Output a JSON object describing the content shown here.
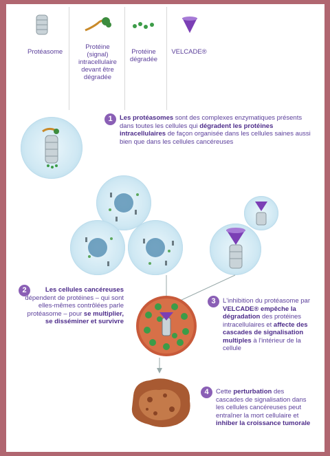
{
  "legend": [
    {
      "name": "proteasome",
      "label": "Protéasome"
    },
    {
      "name": "signal-protein",
      "label": "Protéine\n(signal)\nintracellulaire\ndevant être\ndégradée"
    },
    {
      "name": "degraded-protein",
      "label": "Protéine\ndégradée"
    },
    {
      "name": "velcade",
      "label": "VELCADE®"
    }
  ],
  "steps": [
    {
      "number": "1",
      "parts": [
        {
          "b": "Les protéasomes"
        },
        {
          "t": " sont des complexes enzymatiques présents dans toutes les cellules qui "
        },
        {
          "b": "dégradent les protéines intracellulaires"
        },
        {
          "t": " de façon organisée dans les cellules saines aussi bien que dans les cellules cancéreuses"
        }
      ]
    },
    {
      "number": "2",
      "parts": [
        {
          "b": "Les cellules cancéreuses"
        },
        {
          "t": " dépendent de protéines – qui sont elles-mêmes contrôlées parle protéasome – pour "
        },
        {
          "b": "se multiplier, se disséminer et survivre"
        }
      ]
    },
    {
      "number": "3",
      "parts": [
        {
          "t": "L'inhibition du protéasome par "
        },
        {
          "b": "VELCADE® empêche la dégradation"
        },
        {
          "t": " des protéines intracellulaires et "
        },
        {
          "b": "affecte des cascades de signalisation multiples"
        },
        {
          "t": " à l'intérieur de la cellule"
        }
      ]
    },
    {
      "number": "4",
      "parts": [
        {
          "t": "Cette "
        },
        {
          "b": "perturbation"
        },
        {
          "t": " des cascades de signalisation dans les cellules cancéreuses peut entraîner la mort cellulaire et "
        },
        {
          "b": "inhiber la croissance tumorale"
        }
      ]
    }
  ],
  "colors": {
    "frame": "#b06670",
    "text": "#5a3e9a",
    "accent": "#8a5fb5",
    "cell": "#cfe8f3",
    "tumor": "#a85a32",
    "velcade": "#7b3fb5"
  }
}
